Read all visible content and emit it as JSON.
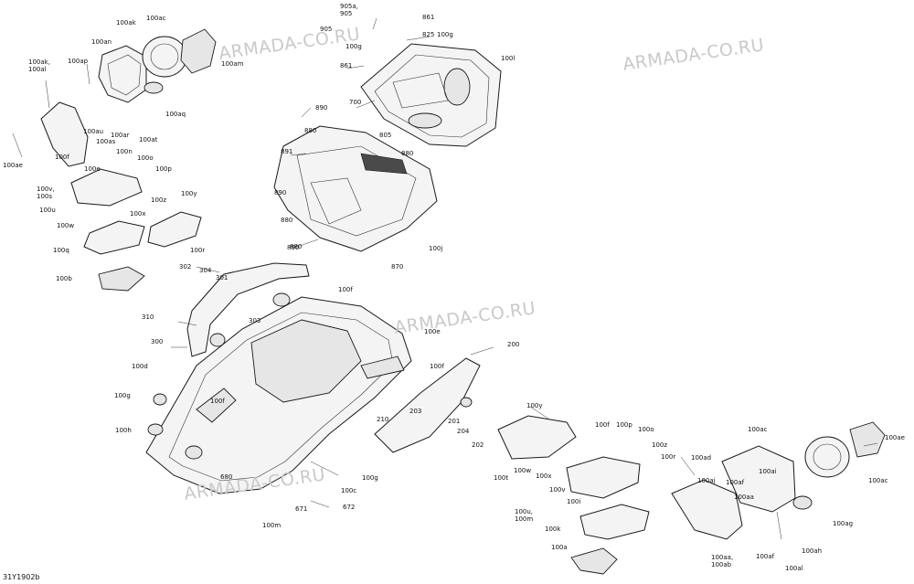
{
  "figure_id": "31Y1902b",
  "watermarks": [
    "ARMADA-CO.RU",
    "ARMADA-CO.RU",
    "ARMADA-CO.RU",
    "ARMADA-CO.RU"
  ],
  "callouts": [
    "905a,\n905",
    "861",
    "825",
    "905",
    "100g",
    "100l",
    "861",
    "100g",
    "100ak",
    "100ac",
    "100an",
    "100am",
    "100ak,\n100al",
    "100ap",
    "100ar",
    "100aq",
    "100as",
    "100at",
    "100au",
    "100ae",
    "700",
    "890",
    "880",
    "805",
    "880",
    "891",
    "890",
    "880",
    "100j",
    "890",
    "880",
    "870",
    "100e",
    "100n",
    "100o",
    "100p",
    "100f",
    "100v,\n100s",
    "100z",
    "100x",
    "100u",
    "100w",
    "100q",
    "100r",
    "100y",
    "302",
    "304",
    "301",
    "100b",
    "310",
    "303",
    "300",
    "100f",
    "100e",
    "100f",
    "100d",
    "100g",
    "100f",
    "100h",
    "210",
    "203",
    "201",
    "204",
    "202",
    "200",
    "680",
    "100g",
    "100c",
    "671",
    "672",
    "100m",
    "100y",
    "100f",
    "100p",
    "100o",
    "100z",
    "100r",
    "100t",
    "100w",
    "100x",
    "100v",
    "100u,\n100m",
    "100i",
    "100k",
    "100a",
    "100aa",
    "100af",
    "100ad",
    "100aj",
    "100ai",
    "100ac",
    "100ag",
    "100ah",
    "100aa,\n100ab",
    "100af",
    "100al",
    "100ae",
    "100ac"
  ]
}
